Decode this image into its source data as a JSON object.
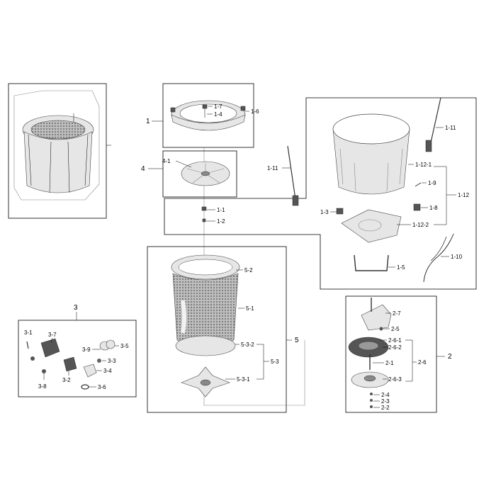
{
  "groups": {
    "g1": "1",
    "g2": "2",
    "g3": "3",
    "g4": "4",
    "g5": "5"
  },
  "parts": {
    "p1_1": "1-1",
    "p1_2": "1-2",
    "p1_3": "1-3",
    "p1_4": "1-4",
    "p1_5": "1-5",
    "p1_6": "1-6",
    "p1_7": "1-7",
    "p1_8": "1-8",
    "p1_9": "1-9",
    "p1_10": "1-10",
    "p1_11a": "1-11",
    "p1_11b": "1-11",
    "p1_12": "1-12",
    "p1_12_1": "1-12-1",
    "p1_12_2": "1-12-2",
    "p2_1": "2-1",
    "p2_2": "2-2",
    "p2_3": "2-3",
    "p2_4": "2-4",
    "p2_5": "2-5",
    "p2_6": "2-6",
    "p2_6_1": "2-6-1",
    "p2_6_2": "2-6-2",
    "p2_6_3": "2-6-3",
    "p2_7": "2-7",
    "p3_1": "3-1",
    "p3_2": "3-2",
    "p3_3": "3-3",
    "p3_4": "3-4",
    "p3_5": "3-5",
    "p3_6": "3-6",
    "p3_7": "3-7",
    "p3_8": "3-8",
    "p3_9": "3-9",
    "p4_1": "4-1",
    "p5_1": "5-1",
    "p5_2": "5-2",
    "p5_3": "5-3",
    "p5_3_1": "5-3-1",
    "p5_3_2": "5-3-2"
  }
}
